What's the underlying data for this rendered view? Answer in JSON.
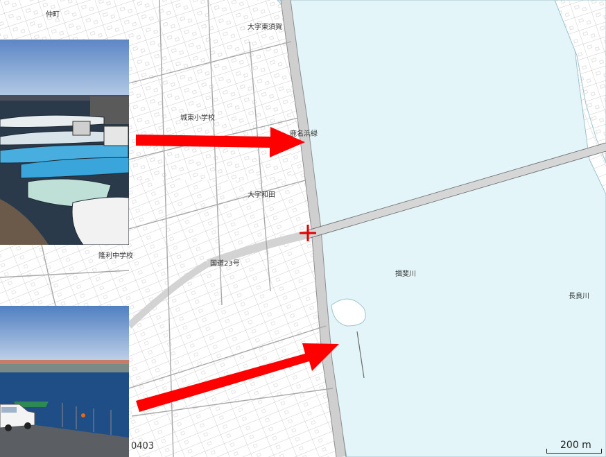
{
  "map": {
    "labels": {
      "top_left": "仲町",
      "daishi_higashi_suka": "大字東須賀",
      "elementary_school_1": "城東小学校",
      "station_area": "鹿名浜緑",
      "daishi_wada": "大字和田",
      "elementary_school_2": "隆利中学校",
      "route": "国道23号",
      "river_1": "揖斐川",
      "river_2": "長良川"
    },
    "map_code": "0403",
    "scale_text": "200 m",
    "colors": {
      "water": "#e3f5f8",
      "land": "#ffffff",
      "road": "#d9d9d9",
      "arrow": "#ff0000",
      "marker": "#e00000"
    }
  },
  "photos": {
    "top": {
      "subject": "moored-boats-photo"
    },
    "bottom": {
      "subject": "harbor-with-car-photo"
    }
  }
}
